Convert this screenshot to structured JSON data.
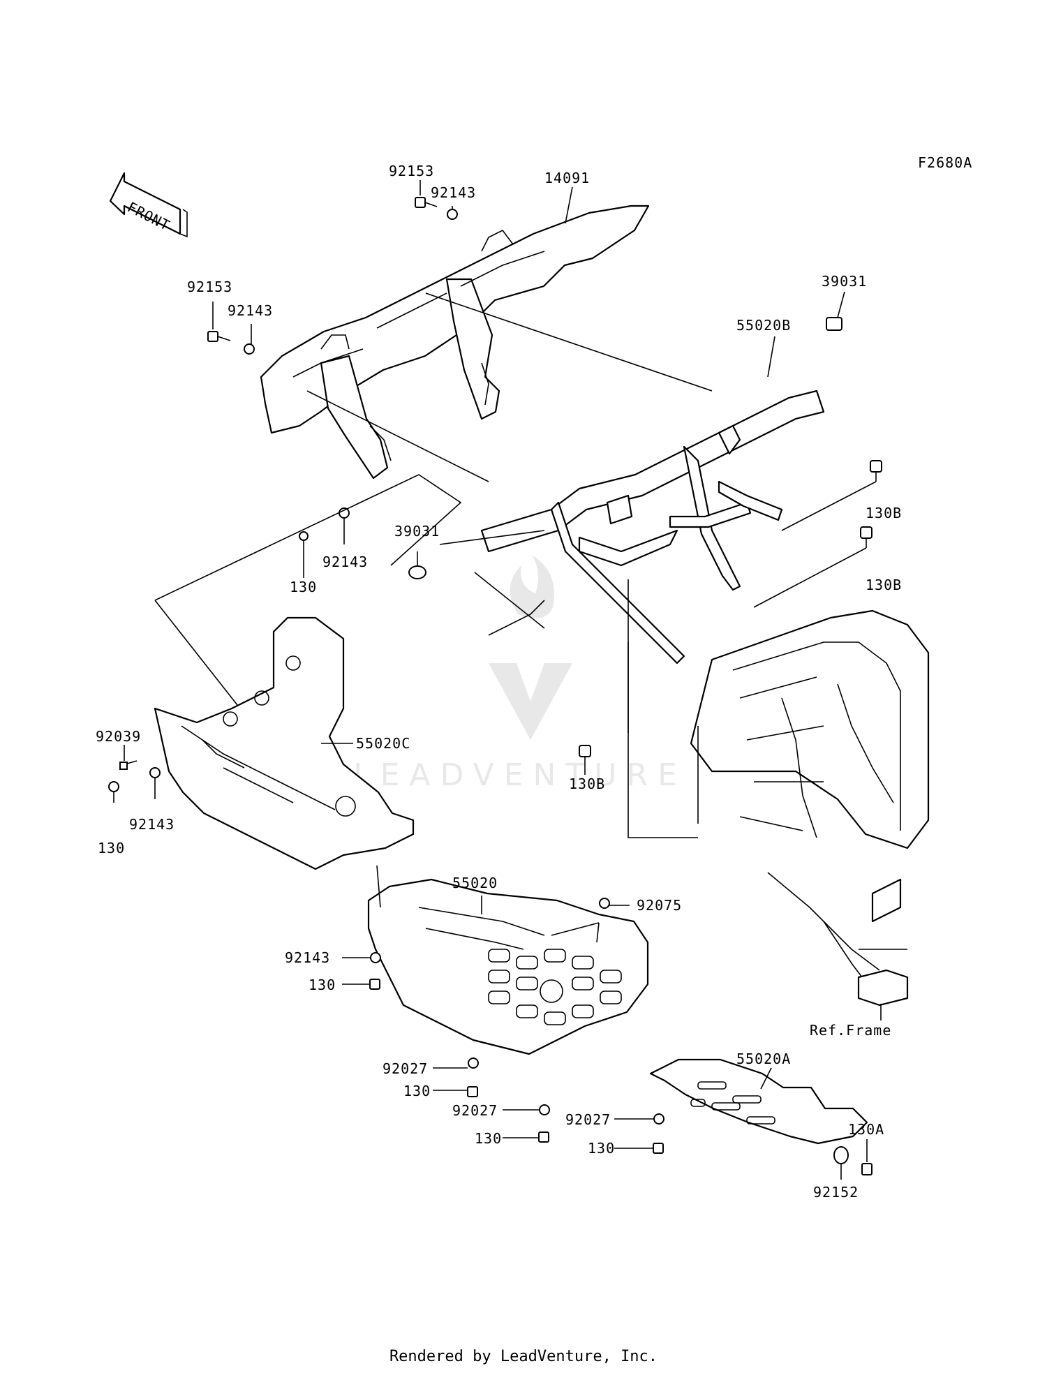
{
  "diagram": {
    "code": "F2680A",
    "front_label": "FRONT",
    "ref_frame_label": "Ref.Frame",
    "footer": "Rendered by LeadVenture, Inc.",
    "watermark": "LEADVENTURE",
    "callouts": [
      {
        "id": "c-92153-top",
        "text": "92153"
      },
      {
        "id": "c-92143-top",
        "text": "92143"
      },
      {
        "id": "c-14091",
        "text": "14091"
      },
      {
        "id": "c-92153-left",
        "text": "92153"
      },
      {
        "id": "c-92143-left",
        "text": "92143"
      },
      {
        "id": "c-39031-top",
        "text": "39031"
      },
      {
        "id": "c-55020B",
        "text": "55020B"
      },
      {
        "id": "c-130B-1",
        "text": "130B"
      },
      {
        "id": "c-130B-2",
        "text": "130B"
      },
      {
        "id": "c-39031-mid",
        "text": "39031"
      },
      {
        "id": "c-92143-mid",
        "text": "92143"
      },
      {
        "id": "c-130-mid",
        "text": "130"
      },
      {
        "id": "c-130B-3",
        "text": "130B"
      },
      {
        "id": "c-92039",
        "text": "92039"
      },
      {
        "id": "c-55020C",
        "text": "55020C"
      },
      {
        "id": "c-92143-low",
        "text": "92143"
      },
      {
        "id": "c-130-low",
        "text": "130"
      },
      {
        "id": "c-55020",
        "text": "55020"
      },
      {
        "id": "c-92075",
        "text": "92075"
      },
      {
        "id": "c-92143-skid",
        "text": "92143"
      },
      {
        "id": "c-130-skid",
        "text": "130"
      },
      {
        "id": "c-92027-a",
        "text": "92027"
      },
      {
        "id": "c-130-a",
        "text": "130"
      },
      {
        "id": "c-92027-b",
        "text": "92027"
      },
      {
        "id": "c-130-b",
        "text": "130"
      },
      {
        "id": "c-55020A",
        "text": "55020A"
      },
      {
        "id": "c-92027-c",
        "text": "92027"
      },
      {
        "id": "c-130-c",
        "text": "130"
      },
      {
        "id": "c-130A",
        "text": "130A"
      },
      {
        "id": "c-92152",
        "text": "92152"
      }
    ]
  }
}
